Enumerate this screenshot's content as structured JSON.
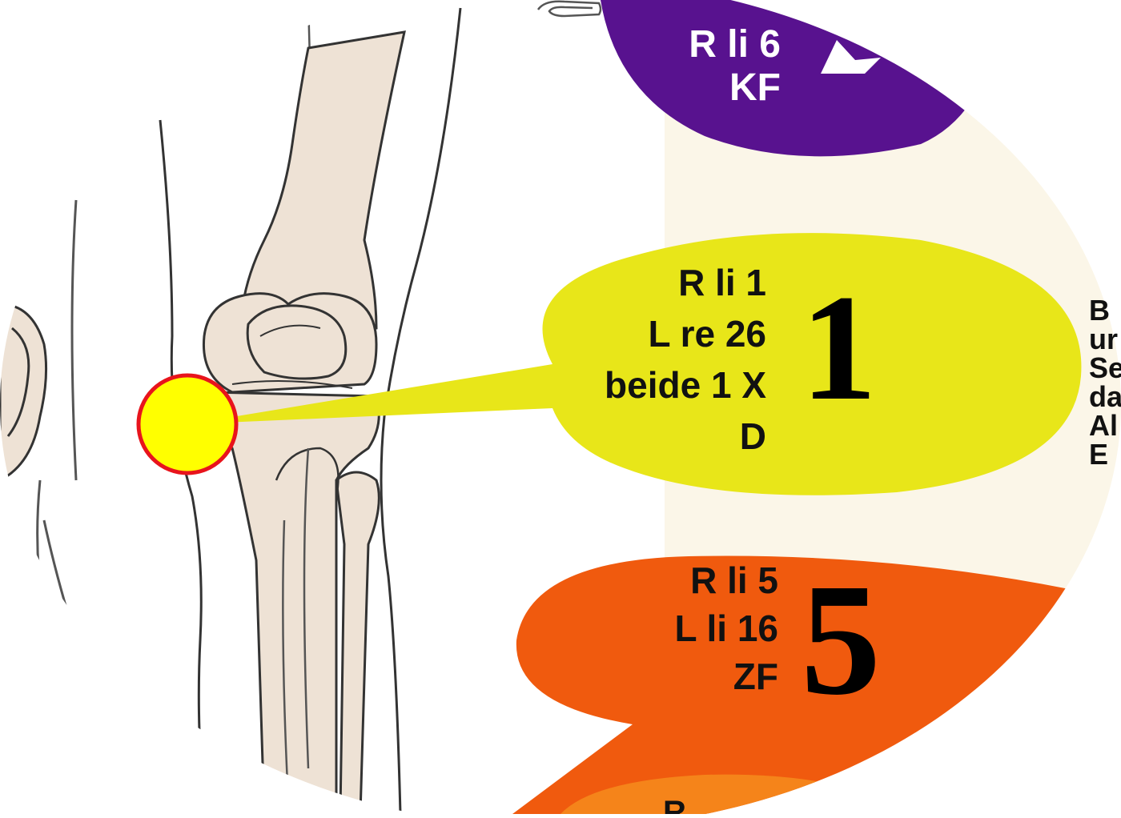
{
  "colors": {
    "purple": "#58128f",
    "yellow": "#e8e619",
    "orange": "#f05a0e",
    "orange_light": "#f5841a",
    "bone": "#eee2d5",
    "panel": "#fbf6e8",
    "marker_fill": "#ffff00",
    "marker_ring": "#e8141c"
  },
  "bubbles": {
    "purple": {
      "lines": [
        "R li 6",
        "KF"
      ]
    },
    "yellow": {
      "lines": [
        "R li 1",
        "L re 26",
        "beide 1 X",
        "D"
      ],
      "number": "1"
    },
    "orange": {
      "lines": [
        "R li 5",
        "L li 16",
        "ZF"
      ],
      "number": "5"
    },
    "bottom": {
      "partial_text": "R"
    }
  },
  "right_edge_letters": [
    "B",
    "ur",
    "Se",
    "da",
    "Al",
    "E"
  ],
  "icons": {
    "marker": "point-marker-icon",
    "arrow": "up-arrow-icon",
    "clip": "paper-clip-icon"
  }
}
